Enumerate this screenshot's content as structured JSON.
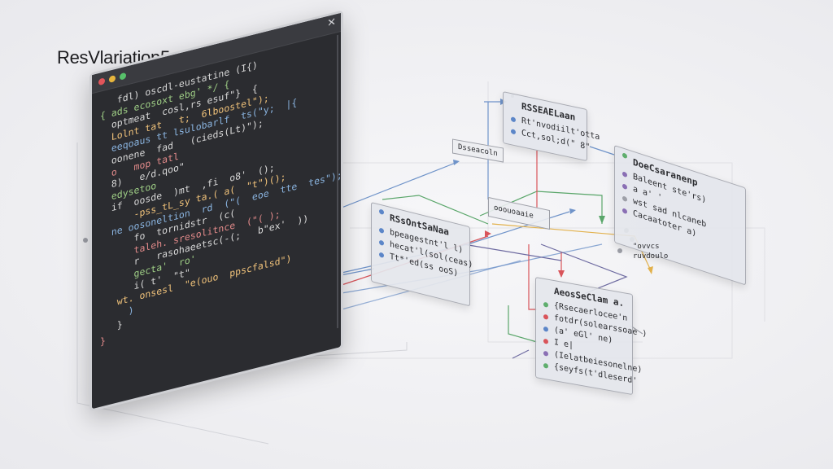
{
  "app_title": "ResVlariation5",
  "editor": {
    "close_label": "✕",
    "code_lines": [
      "   fdl) oscdl-eustatine (I{)",
      "{ ads ecosoxt ebg' */ {",
      "  optmeat  cosl,rs esuf\"}  {",
      "  Lolnt tat   t;  6lboostel\");",
      "  eeqoaus tt lsulobarlf  ts(\"y;  |{",
      "  oonene  fad   (cieds(Lt)\");",
      "  o   mop tatl",
      "  8)   e/d.qoo\"",
      "  edysetoo",
      "  if  oosde  )mt  ,fi  o8'  ();",
      "      -pss_tL_sy ta.( a(  \"t\")();",
      "  ne oosoneltion  rd  (\"(  eoe  tte  tes\");",
      "      fo  tornidstr  (c(",
      "      taleh. sresolitnce  (\"( );",
      "      r   rasohaeetsc(-(;   b\"ex'  ))",
      "      gecta'  ro'",
      "      i( t'  \"t\"",
      "   wt. onsesl  \"e(ouo  ppscfalsd\")",
      "     )",
      "   }",
      "}"
    ]
  },
  "cards": {
    "top": {
      "head": "RSSEAELaan",
      "rows": [
        "Rt'nvodiilt'otta",
        "Cct,sol;d(\"  8\""
      ]
    },
    "right": {
      "head": "DoeCsaranenp",
      "rows": [
        "Baleent ste'rs)",
        "a   a'  '",
        "wst sad nlcaneb",
        "Cacaatoter  a)"
      ]
    },
    "middle_left": {
      "head": "RSsOntSaNaa",
      "rows": [
        "bpeagestnt'l  l)",
        "hecat'l(sol(ceas)",
        "Tt*'ed(ss  ooS)"
      ]
    },
    "bottom": {
      "head": "AeosSeClam  a.",
      "rows": [
        "{Rsecaerlocee'n",
        "fotdr(solearssoae  )",
        "(a'  eGl'   ne)",
        "I   e|",
        "(Ielatbeiesonelne)",
        "{seyfs(t'dleserd'"
      ]
    },
    "center_box": {
      "label": "ooouoaaie"
    },
    "tag_label": {
      "label": "Dsseacoln"
    },
    "small_right": {
      "rows": [
        "\"ovvcs",
        "ruvdoulo"
      ]
    }
  },
  "colors": {
    "red_dot": "#e2555a",
    "yellow_dot": "#e7b53d",
    "green_dot": "#57c06a",
    "blue_wire": "#6f93c9",
    "green_wire": "#5aa66a",
    "red_wire": "#d9545a",
    "purple_wire": "#6d6aa0",
    "orange_wire": "#e2b14c",
    "accent_bullet": "#5c86c8",
    "purple_bullet": "#8a6fb4",
    "green_bullet": "#5fae6d"
  }
}
